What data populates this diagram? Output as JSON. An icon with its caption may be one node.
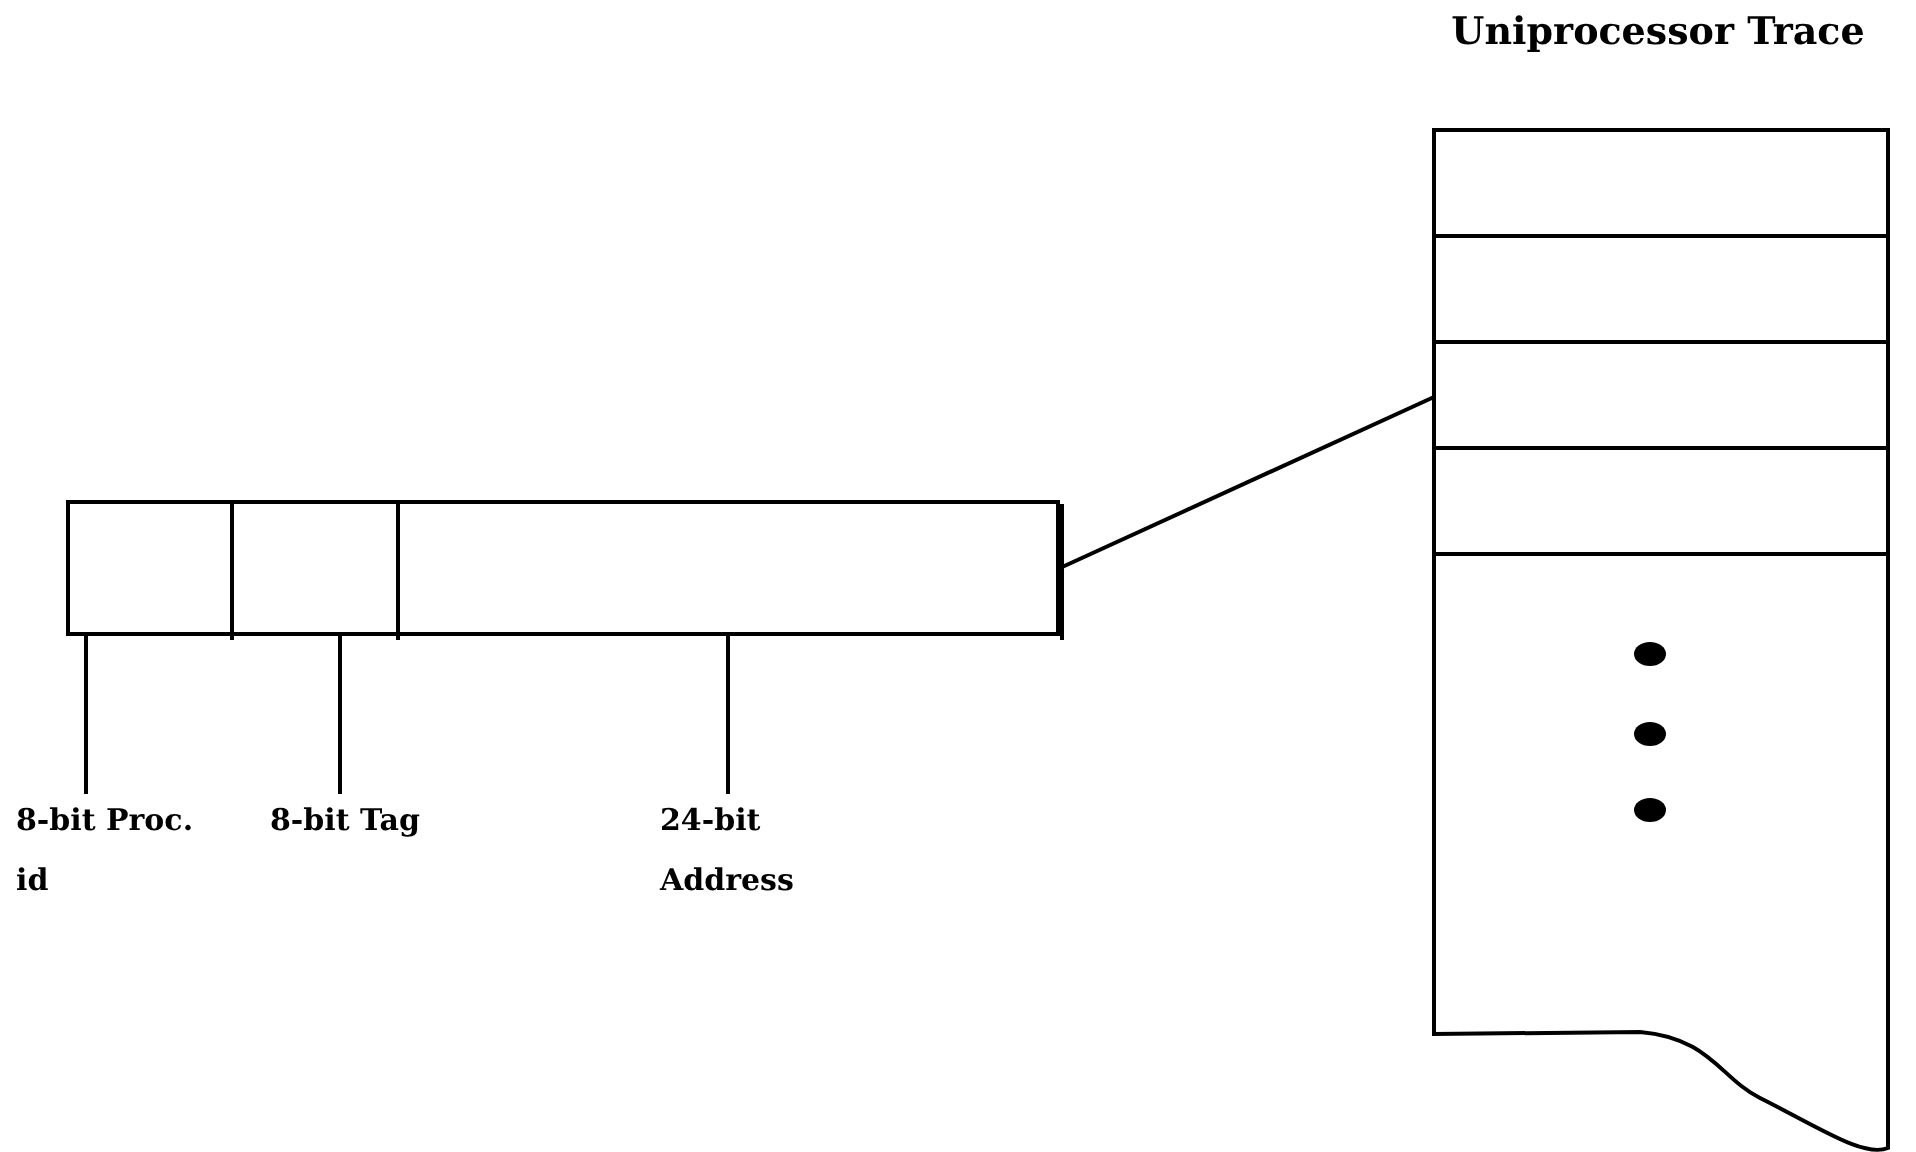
{
  "diagram": {
    "nodes": [
      {
        "text": [],
        "shape": "box"
      },
      {
        "text": [],
        "shape": "box",
        "in": 0
      },
      {
        "text": [],
        "shape": "box",
        "in": 0
      },
      {
        "text": [],
        "shape": "box",
        "in": 0
      },
      {
        "text": [
          "8-bit Proc. id"
        ]
      },
      {
        "text": [
          "8-bit Tag"
        ]
      },
      {
        "text": [
          "24-bit Address"
        ]
      },
      {
        "text": [
          "Uniprocessor Trace"
        ]
      },
      {
        "text": [],
        "shape": "box",
        "in": 7
      },
      {
        "text": [],
        "shape": "box",
        "in": 7
      },
      {
        "text": [],
        "shape": "box",
        "in": 7
      },
      {
        "text": [],
        "shape": "box",
        "in": 7
      }
    ],
    "edges": [
      {
        "from": 1,
        "to": 4,
        "arrow": "none"
      },
      {
        "from": 2,
        "to": 5,
        "arrow": "none"
      },
      {
        "from": 3,
        "to": 6,
        "arrow": "none"
      },
      {
        "from": 0,
        "to": 10,
        "arrow": "none"
      }
    ]
  }
}
